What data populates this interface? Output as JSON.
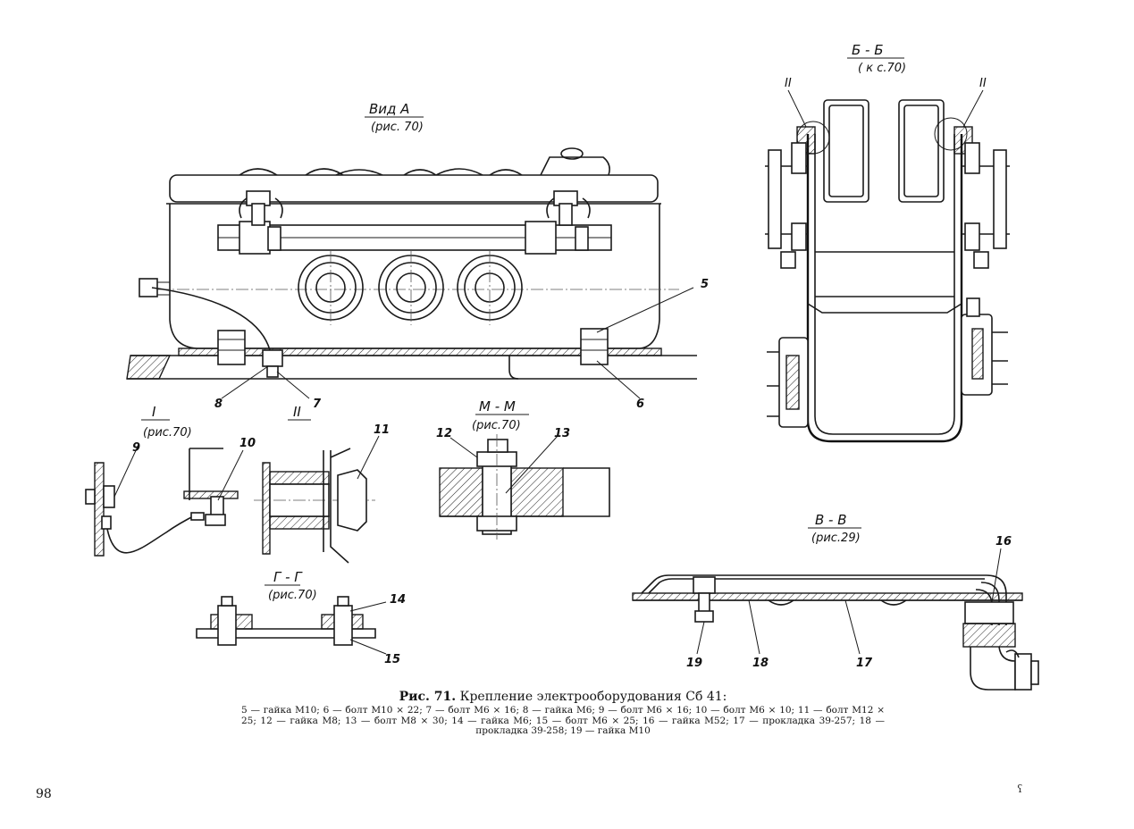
{
  "views": {
    "vid_a": {
      "title": "Вид А",
      "ref": "(рис. 70)"
    },
    "b_b": {
      "title": "Б - Б",
      "ref": "( к с.70)",
      "detail_marks": [
        "II",
        "II"
      ]
    },
    "v_v": {
      "title": "В - В",
      "ref": "(рис.29)"
    },
    "m_m": {
      "title": "М - М",
      "ref": "(рис.70)"
    },
    "g_g": {
      "title": "Г - Г",
      "ref": "(рис.70)"
    },
    "detail_1": {
      "title": "I",
      "ref": "(рис.70)"
    },
    "detail_2": {
      "title": "II"
    }
  },
  "callouts": {
    "c5": "5",
    "c6": "6",
    "c7": "7",
    "c8": "8",
    "c9": "9",
    "c10": "10",
    "c11": "11",
    "c12": "12",
    "c13": "13",
    "c14": "14",
    "c15": "15",
    "c16": "16",
    "c17": "17",
    "c18": "18",
    "c19": "19"
  },
  "caption": {
    "figure_label": "Рис. 71.",
    "title": "Крепление электрооборудования Сб 41:",
    "legend": "5 — гайка М10; 6 — болт М10 × 22; 7 — болт М6 × 16; 8 — гайка М6; 9 — болт М6 × 16; 10 — болт М6 × 10; 11 — болт М12 × 25; 12 — гайка М8; 13 — болт М8 × 30; 14 — гайка М6; 15 — болт М6 × 25; 16 — гайка М52; 17 — прокладка 39-257; 18 — прокладка 39-258; 19 — гайка М10"
  },
  "page_number": "98",
  "corner_mark": "ʕ"
}
